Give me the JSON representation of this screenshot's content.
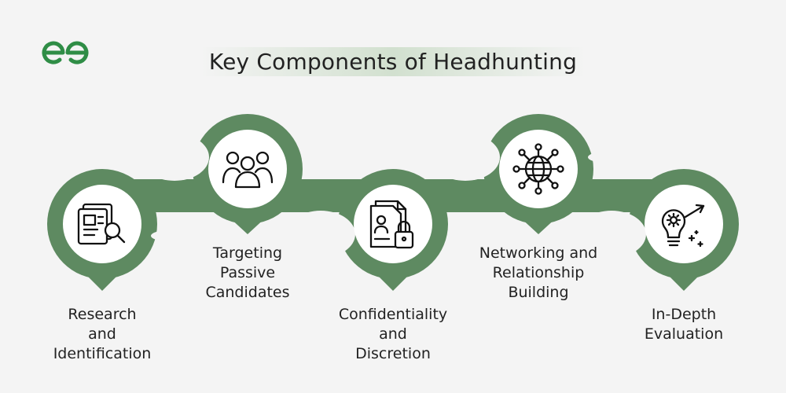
{
  "title": "Key Components of Headhunting",
  "brand_color": "#2f8d46",
  "node_color": "#5e8a61",
  "components": [
    {
      "lines": [
        "Research",
        "and",
        "Identification"
      ],
      "icon": "document-search-icon"
    },
    {
      "lines": [
        "Targeting",
        "Passive",
        "Candidates"
      ],
      "icon": "people-group-icon"
    },
    {
      "lines": [
        "Confidentiality",
        "and",
        "Discretion"
      ],
      "icon": "document-lock-icon"
    },
    {
      "lines": [
        "Networking and",
        "Relationship",
        "Building"
      ],
      "icon": "globe-network-icon"
    },
    {
      "lines": [
        "In-Depth",
        "Evaluation"
      ],
      "icon": "lightbulb-gear-icon"
    }
  ]
}
